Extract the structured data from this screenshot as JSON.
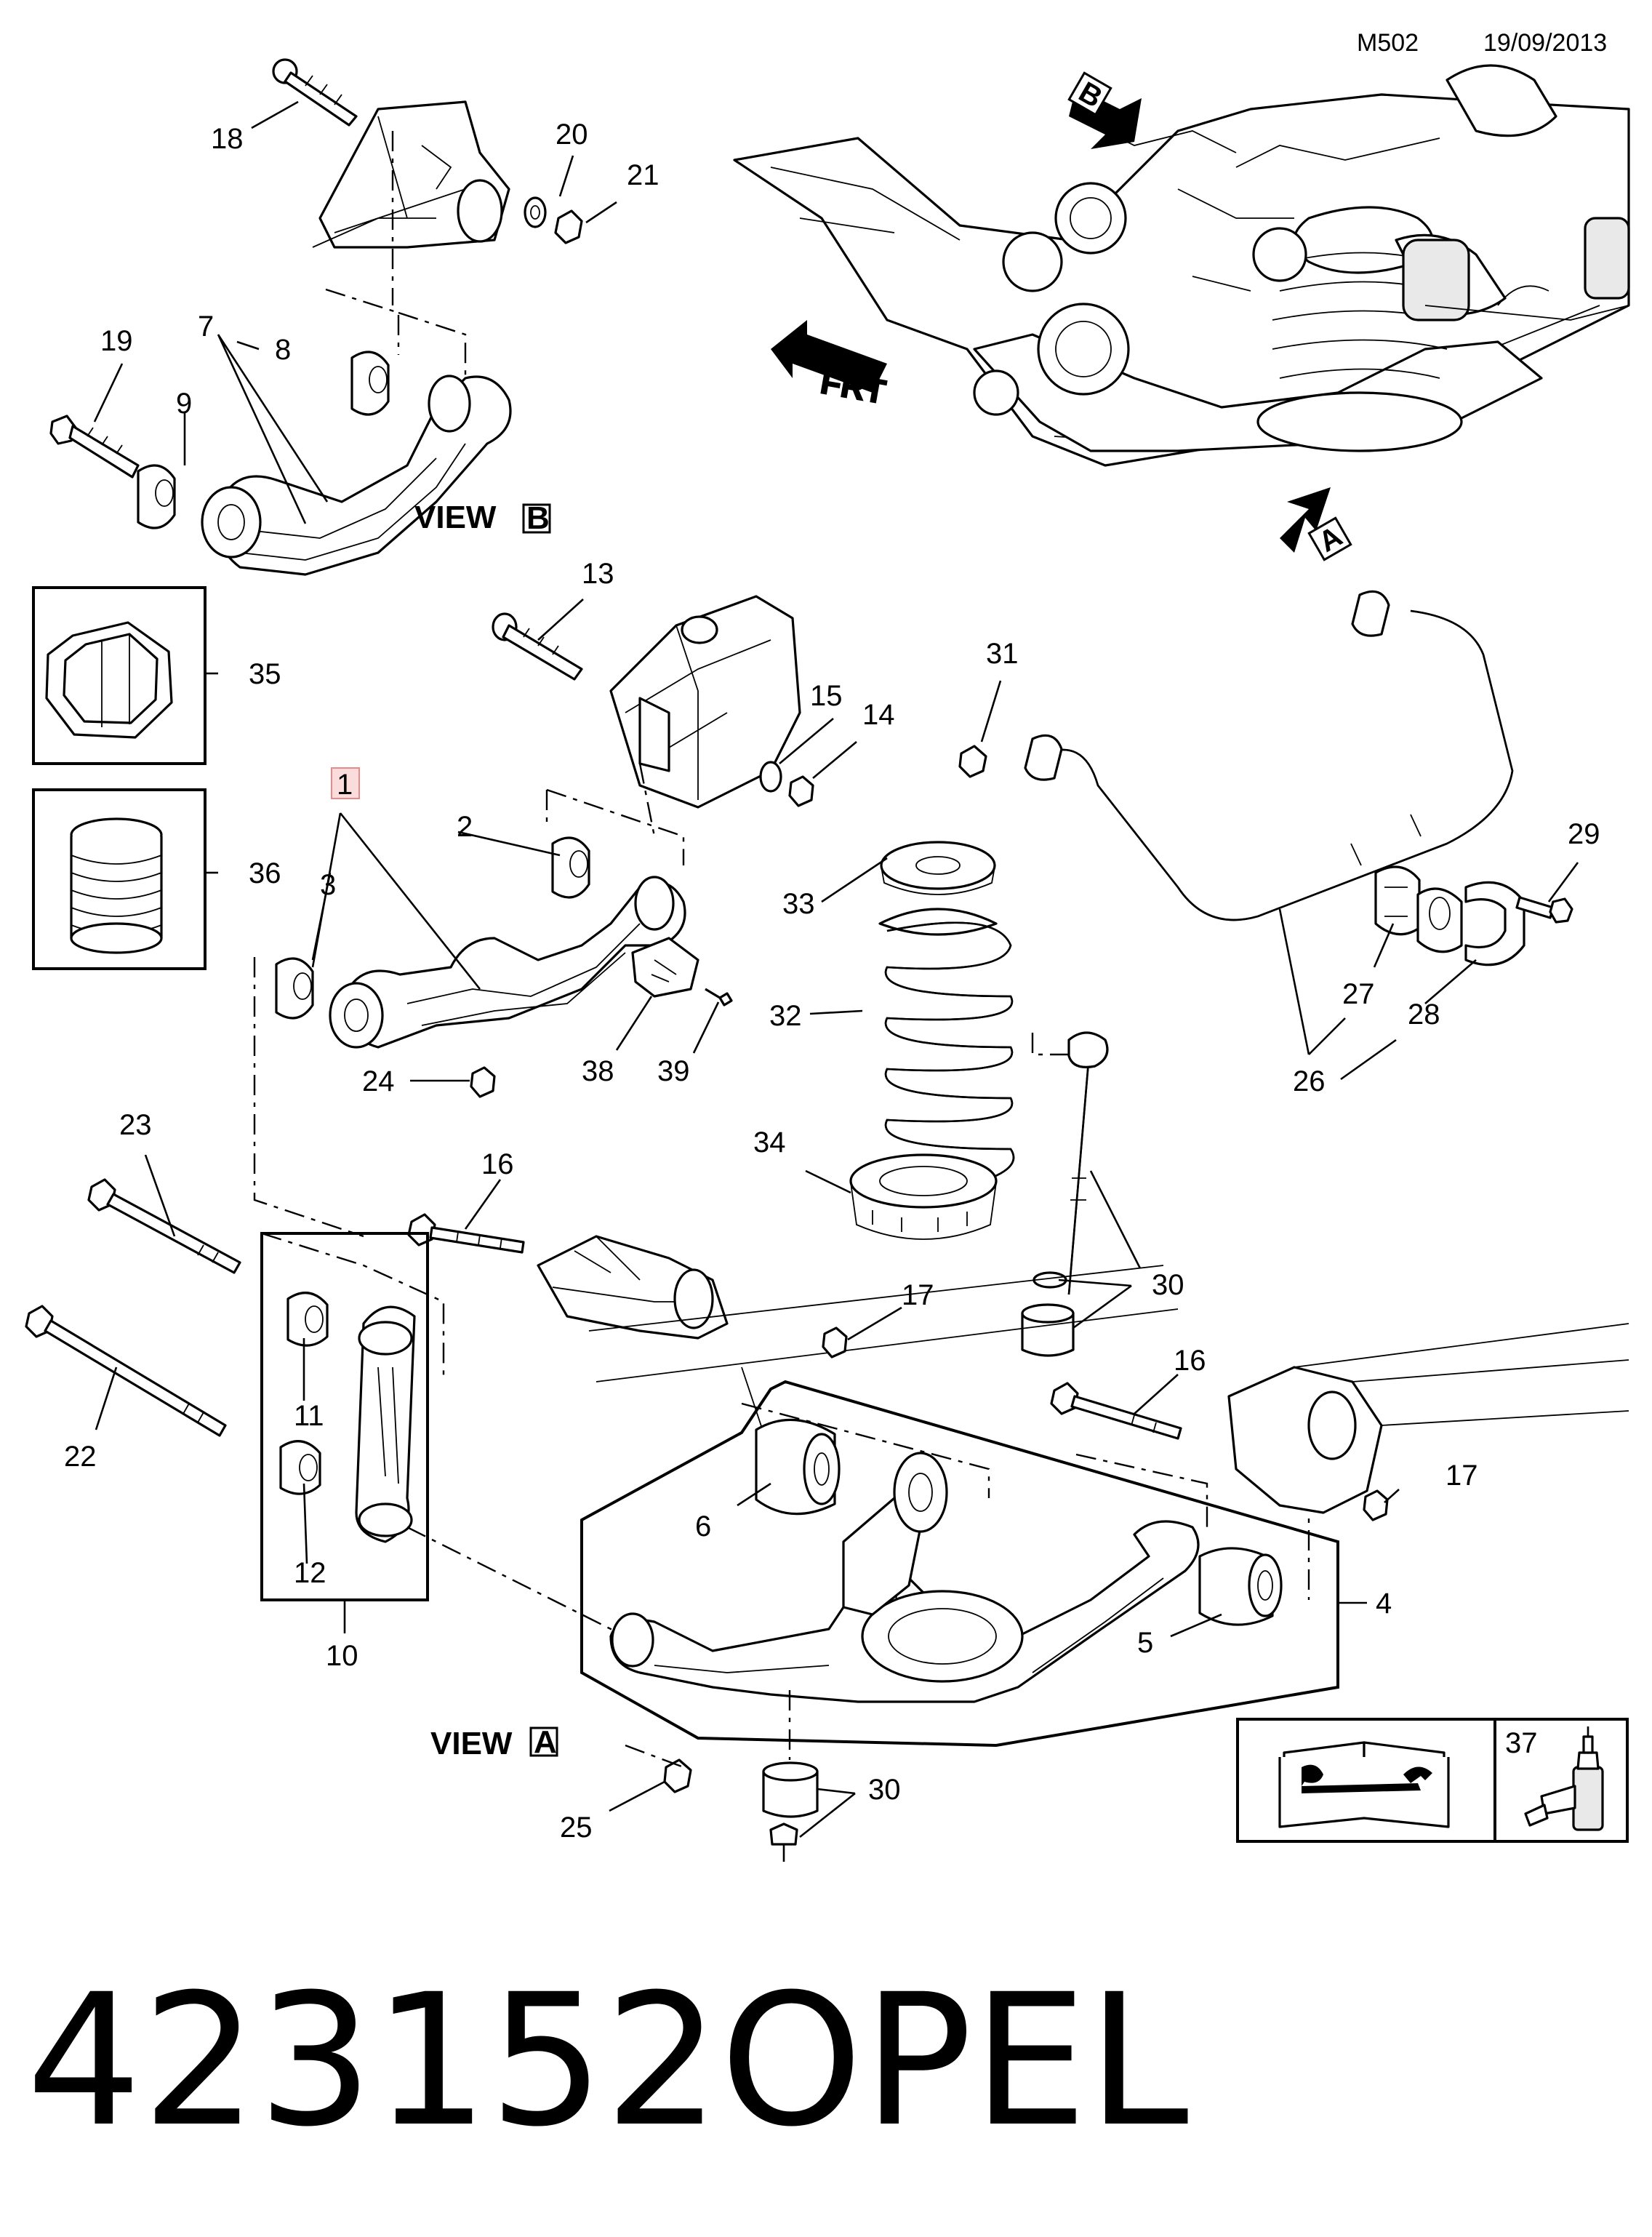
{
  "header": {
    "code": "M502",
    "date": "19/09/2013"
  },
  "footer": {
    "part_number": "423152",
    "brand": "OPEL"
  },
  "views": {
    "view_a": "VIEW",
    "view_a_letter": "A",
    "view_b": "VIEW",
    "view_b_letter": "B"
  },
  "arrows": {
    "marker_a": "A",
    "marker_b": "B",
    "front_label": "FRT"
  },
  "highlighted_callout": "1",
  "callouts": [
    "18",
    "20",
    "21",
    "19",
    "7",
    "8",
    "9",
    "13",
    "35",
    "15",
    "14",
    "31",
    "1",
    "2",
    "3",
    "33",
    "36",
    "29",
    "27",
    "28",
    "26",
    "32",
    "38",
    "39",
    "24",
    "34",
    "23",
    "16",
    "30",
    "17",
    "16",
    "22",
    "11",
    "17",
    "12",
    "6",
    "4",
    "5",
    "10",
    "30",
    "25",
    "37"
  ]
}
